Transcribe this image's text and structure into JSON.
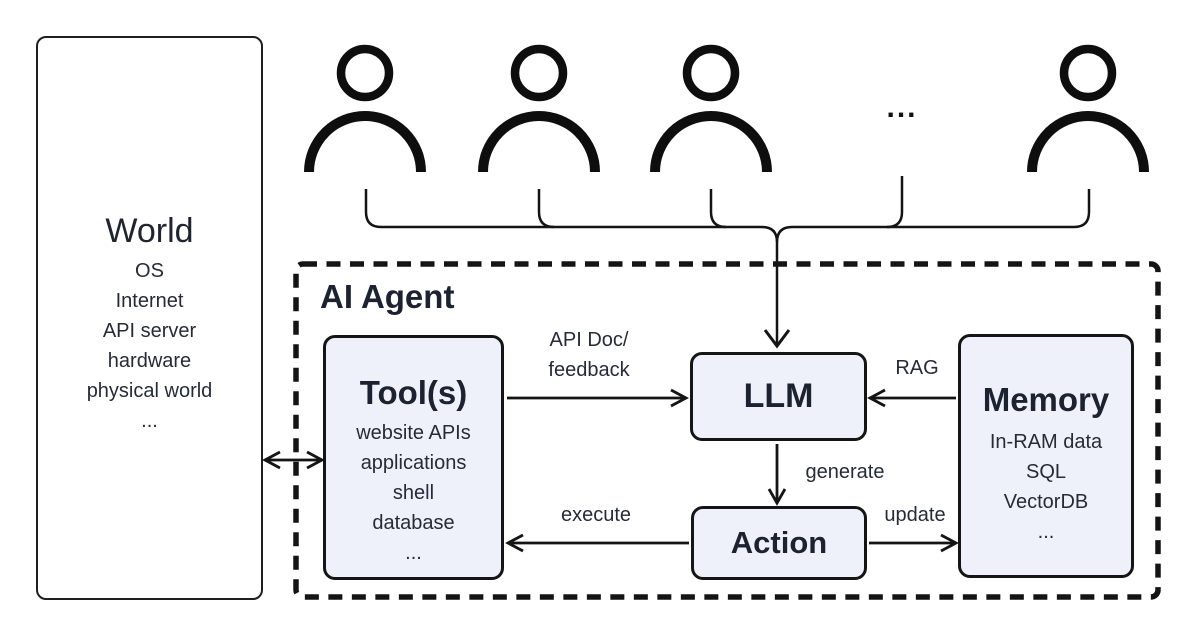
{
  "world": {
    "title": "World",
    "items": [
      "OS",
      "Internet",
      "API server",
      "hardware",
      "physical world",
      "..."
    ]
  },
  "users": {
    "ellipsis": "..."
  },
  "agent": {
    "title": "AI Agent",
    "tools": {
      "title": "Tool(s)",
      "items": [
        "website APIs",
        "applications",
        "shell",
        "database",
        "..."
      ]
    },
    "llm": {
      "title": "LLM"
    },
    "action": {
      "title": "Action"
    },
    "memory": {
      "title": "Memory",
      "items": [
        "In-RAM data",
        "SQL",
        "VectorDB",
        "..."
      ]
    }
  },
  "labels": {
    "api_doc_line1": "API Doc/",
    "api_doc_line2": "feedback",
    "rag": "RAG",
    "generate": "generate",
    "execute": "execute",
    "update": "update"
  },
  "colors": {
    "node_fill": "#eef1fa",
    "line": "#141414",
    "text": "#262b36"
  }
}
